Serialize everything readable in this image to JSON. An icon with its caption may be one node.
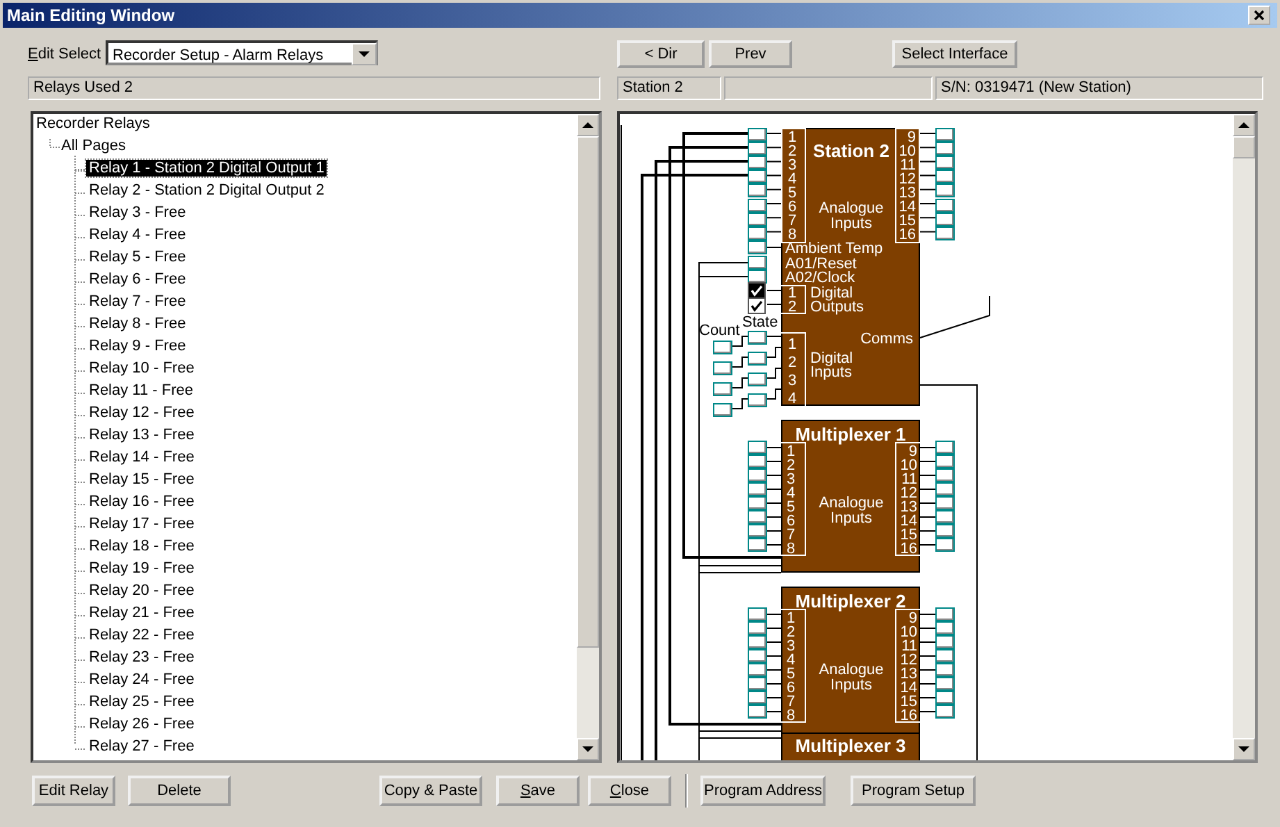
{
  "diagram": {
    "title": "Main Editing Window",
    "labels": [
      "Edit Select",
      "Recorder Setup - Alarm Relays",
      "< Dir",
      "Prev",
      "Select Interface",
      "Relays Used 2",
      "Station 2",
      "S/N: 0319471 (New Station)",
      "Recorder Relays",
      "All Pages",
      "Relay 1 - Station 2 Digital Output 1",
      "Relay 2 - Station 2 Digital Output 2",
      "Relay 3 - Free",
      "Relay 4 - Free",
      "Relay 5 - Free",
      "Relay 6 - Free",
      "Relay 7 - Free",
      "Relay 8 - Free",
      "Relay 9 - Free",
      "Relay 10 - Free",
      "Relay 11 - Free",
      "Relay 12 - Free",
      "Relay 13 - Free",
      "Relay 14 - Free",
      "Relay 15 - Free",
      "Relay 16 - Free",
      "Relay 17 - Free",
      "Relay 18 - Free",
      "Relay 19 - Free",
      "Relay 20 - Free",
      "Relay 21 - Free",
      "Relay 22 - Free",
      "Relay 23 - Free",
      "Relay 24 - Free",
      "Relay 25 - Free",
      "Relay 26 - Free",
      "Relay 27 - Free",
      "Station 2",
      "1",
      "2",
      "3",
      "4",
      "5",
      "6",
      "7",
      "8",
      "9",
      "10",
      "11",
      "12",
      "13",
      "14",
      "15",
      "16",
      "Analogue Inputs",
      "Ambient Temp",
      "A01/Reset",
      "A02/Clock",
      "1",
      "2",
      "Digital Outputs",
      "Count",
      "State",
      "1",
      "2",
      "3",
      "4",
      "Digital Inputs",
      "Comms",
      "Multiplexer 1",
      "1",
      "2",
      "3",
      "4",
      "5",
      "6",
      "7",
      "8",
      "9",
      "10",
      "11",
      "12",
      "13",
      "14",
      "15",
      "16",
      "Analogue Inputs",
      "Multiplexer 2",
      "1",
      "2",
      "3",
      "4",
      "5",
      "6",
      "7",
      "8",
      "9",
      "10",
      "11",
      "12",
      "13",
      "14",
      "15",
      "16",
      "Analogue Inputs",
      "Multiplexer 3",
      "Edit Relay",
      "Delete",
      "Copy & Paste",
      "Save",
      "Close",
      "Program Address",
      "Program Setup"
    ]
  }
}
